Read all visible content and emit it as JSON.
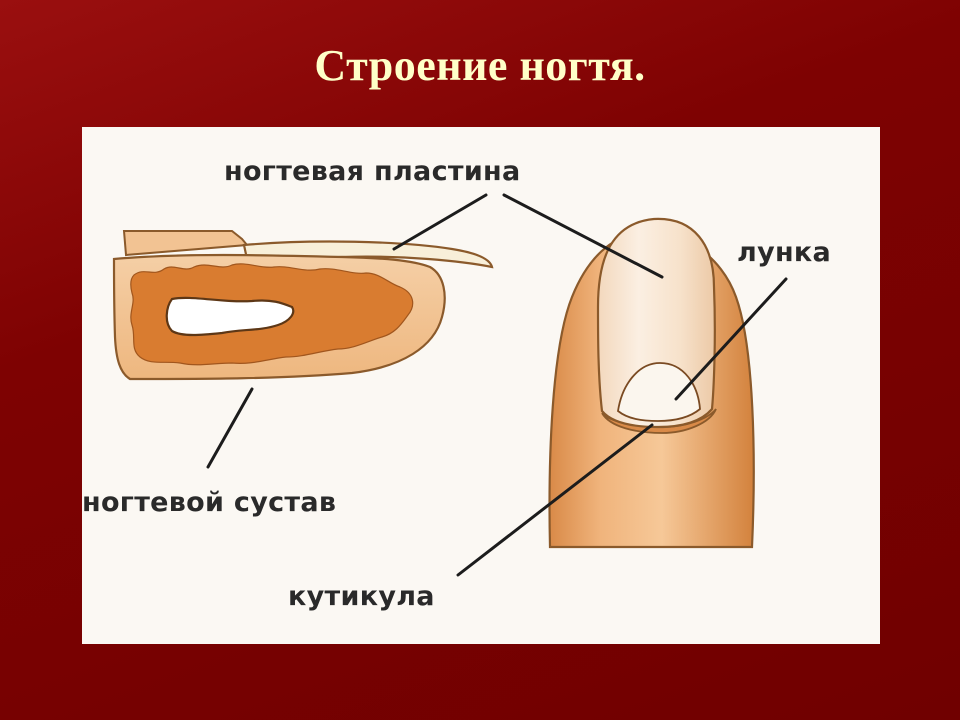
{
  "slide": {
    "title": "Строение ногтя."
  },
  "labels": {
    "nail_plate": "ногтевая пластина",
    "lunula": "лунка",
    "nail_joint": "ногтевой сустав",
    "cuticle": "кутикула"
  },
  "colors": {
    "background": "#7c0000",
    "title_text": "#ffffc8",
    "panel": "#fbf8f3",
    "skin": "#e9a46a",
    "tissue": "#d97c30",
    "bone": "#ffffff",
    "nail": "#f7e9d8",
    "label_text": "#2a2a2a"
  }
}
